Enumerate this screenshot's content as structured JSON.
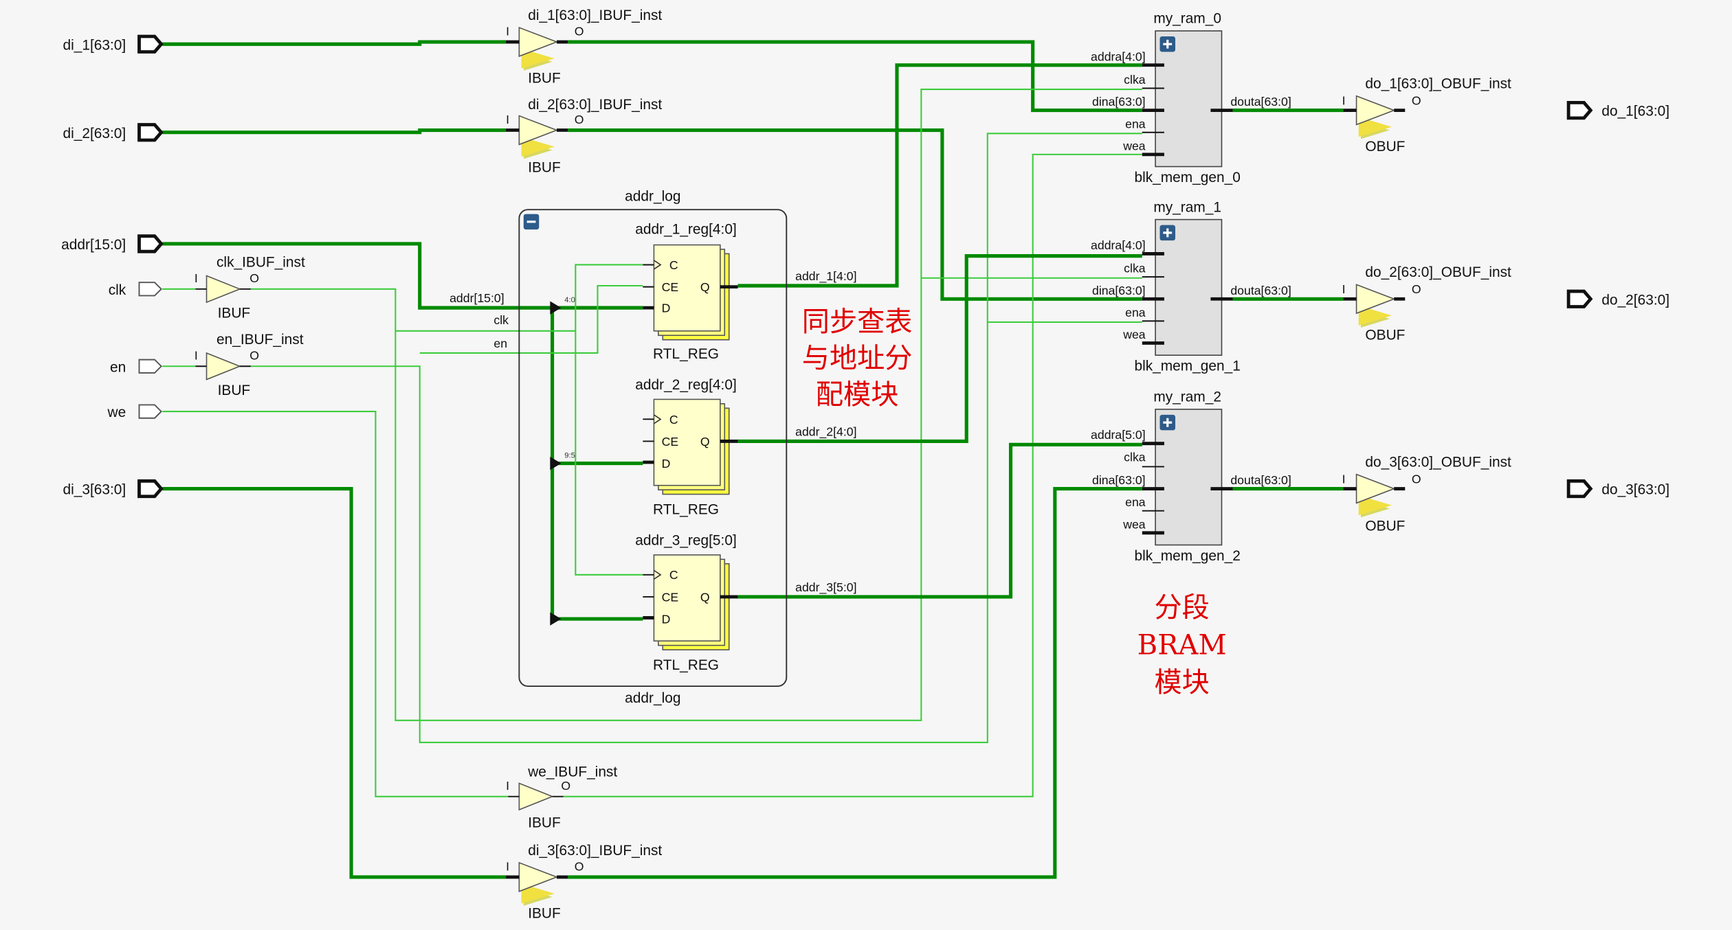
{
  "inputs": {
    "di_1": "di_1[63:0]",
    "di_2": "di_2[63:0]",
    "addr": "addr[15:0]",
    "clk": "clk",
    "en": "en",
    "we": "we",
    "di_3": "di_3[63:0]"
  },
  "outputs": {
    "do_1": "do_1[63:0]",
    "do_2": "do_2[63:0]",
    "do_3": "do_3[63:0]"
  },
  "ibufs": [
    {
      "inst": "di_1[63:0]_IBUF_inst",
      "type": "IBUF",
      "in": "I",
      "out": "O"
    },
    {
      "inst": "di_2[63:0]_IBUF_inst",
      "type": "IBUF",
      "in": "I",
      "out": "O"
    },
    {
      "inst": "clk_IBUF_inst",
      "type": "IBUF",
      "in": "I",
      "out": "O"
    },
    {
      "inst": "en_IBUF_inst",
      "type": "IBUF",
      "in": "I",
      "out": "O"
    },
    {
      "inst": "we_IBUF_inst",
      "type": "IBUF",
      "in": "I",
      "out": "O"
    },
    {
      "inst": "di_3[63:0]_IBUF_inst",
      "type": "IBUF",
      "in": "I",
      "out": "O"
    }
  ],
  "obufs": [
    {
      "inst": "do_1[63:0]_OBUF_inst",
      "type": "OBUF",
      "in": "I",
      "out": "O"
    },
    {
      "inst": "do_2[63:0]_OBUF_inst",
      "type": "OBUF",
      "in": "I",
      "out": "O"
    },
    {
      "inst": "do_3[63:0]_OBUF_inst",
      "type": "OBUF",
      "in": "I",
      "out": "O"
    }
  ],
  "addr_log": {
    "title": "addr_log",
    "bottom": "addr_log",
    "in_labels": {
      "addr": "addr[15:0]",
      "clk": "clk",
      "en": "en"
    },
    "taps": [
      "4:0",
      "9:5"
    ],
    "regs": [
      {
        "name": "addr_1_reg[4:0]",
        "type": "RTL_REG",
        "out": "addr_1[4:0]"
      },
      {
        "name": "addr_2_reg[4:0]",
        "type": "RTL_REG",
        "out": "addr_2[4:0]"
      },
      {
        "name": "addr_3_reg[5:0]",
        "type": "RTL_REG",
        "out": "addr_3[5:0]"
      }
    ],
    "pins": {
      "c": "C",
      "ce": "CE",
      "d": "D",
      "q": "Q"
    }
  },
  "rams": [
    {
      "name": "my_ram_0",
      "cell": "blk_mem_gen_0",
      "addra": "addra[4:0]",
      "clka": "clka",
      "dina": "dina[63:0]",
      "ena": "ena",
      "wea": "wea",
      "douta": "douta[63:0]"
    },
    {
      "name": "my_ram_1",
      "cell": "blk_mem_gen_1",
      "addra": "addra[4:0]",
      "clka": "clka",
      "dina": "dina[63:0]",
      "ena": "ena",
      "wea": "wea",
      "douta": "douta[63:0]"
    },
    {
      "name": "my_ram_2",
      "cell": "blk_mem_gen_2",
      "addra": "addra[5:0]",
      "clka": "clka",
      "dina": "dina[63:0]",
      "ena": "ena",
      "wea": "wea",
      "douta": "douta[63:0]"
    }
  ],
  "annotations": {
    "addr_module": [
      "同步查表",
      "与地址分",
      "配模块"
    ],
    "bram_module": [
      "分段",
      "BRAM",
      "模块"
    ]
  },
  "colors": {
    "bus": "#008a00",
    "net": "#3ccc3c",
    "annotation": "#e00000",
    "reg_fill": "#ffffcc",
    "ram_fill": "#e0e0e0"
  }
}
